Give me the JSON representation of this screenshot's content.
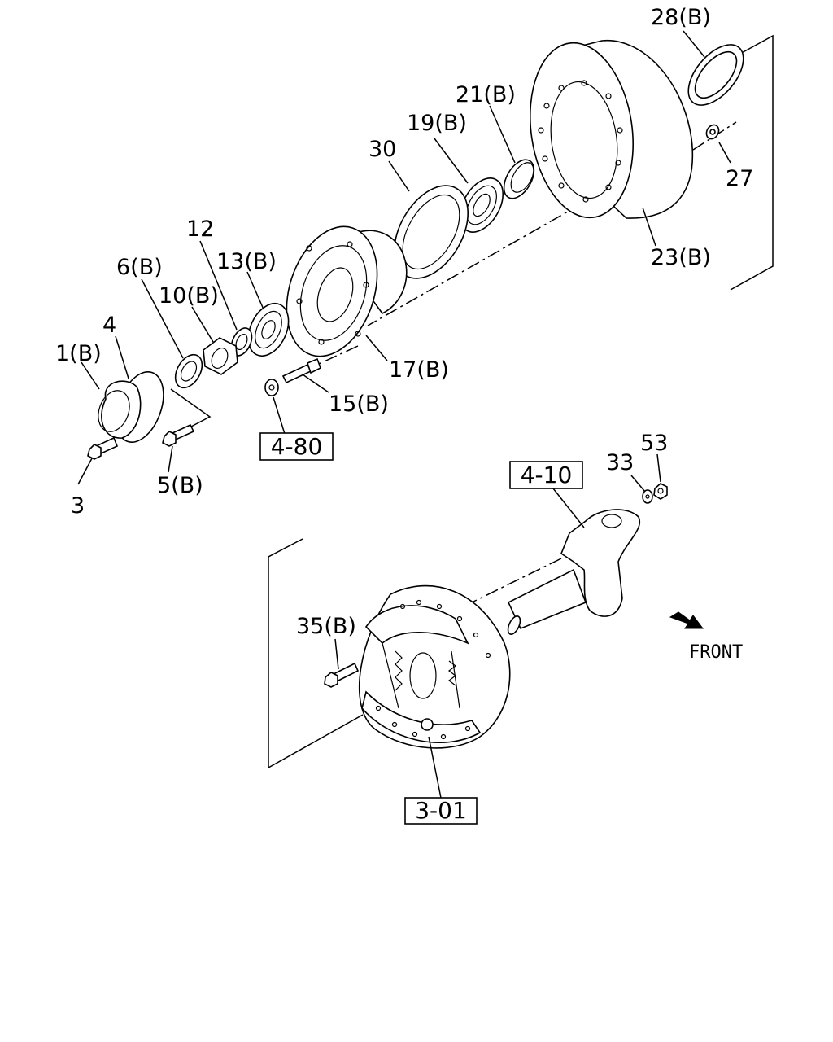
{
  "callouts": {
    "c1": "1(B)",
    "c3": "3",
    "c4": "4",
    "c5": "5(B)",
    "c6": "6(B)",
    "c10": "10(B)",
    "c12": "12",
    "c13": "13(B)",
    "c15": "15(B)",
    "c17": "17(B)",
    "c19": "19(B)",
    "c21": "21(B)",
    "c23": "23(B)",
    "c27": "27",
    "c28": "28(B)",
    "c30": "30",
    "c33": "33",
    "c35": "35(B)",
    "c53": "53"
  },
  "references": {
    "r480": "4-80",
    "r410": "4-10",
    "r301": "3-01"
  },
  "direction": {
    "label": "FRONT",
    "icon": "arrow-icon"
  }
}
